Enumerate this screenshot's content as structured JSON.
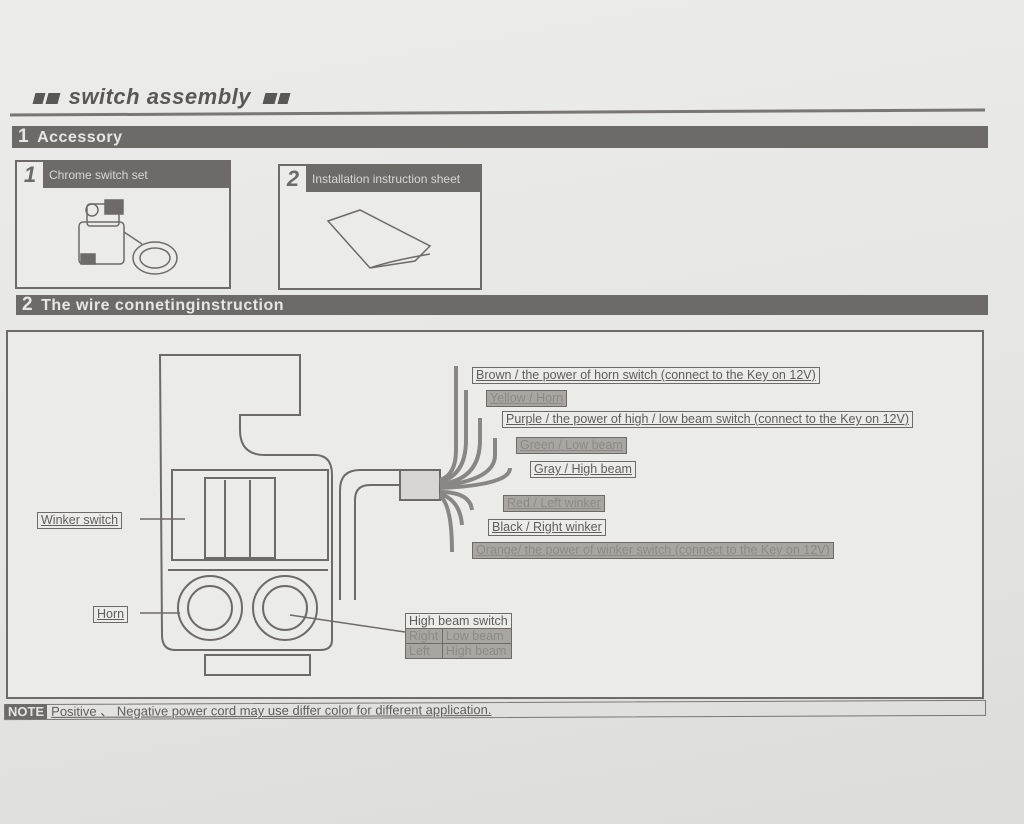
{
  "title": "switch assembly",
  "section1": {
    "number": "1",
    "heading": "Accessory",
    "items": [
      {
        "number": "1",
        "label": "Chrome switch set"
      },
      {
        "number": "2",
        "label": "Installation instruction sheet"
      }
    ]
  },
  "section2": {
    "number": "2",
    "heading": "The wire connetinginstruction",
    "part_labels": {
      "winker": "Winker switch",
      "horn": "Horn"
    },
    "wires": [
      {
        "label": "Brown / the power of horn switch (connect to the Key on 12V)",
        "shaded": false
      },
      {
        "label": "Yellow / Horn",
        "shaded": true
      },
      {
        "label": "Purple / the power of high / low beam switch (connect to the Key on 12V)",
        "shaded": false
      },
      {
        "label": "Green / Low beam",
        "shaded": true
      },
      {
        "label": "Gray / High beam",
        "shaded": false
      },
      {
        "label": "Red / Left winker",
        "shaded": true
      },
      {
        "label": "Black / Right winker",
        "shaded": false
      },
      {
        "label": "Orange/ the power of winker switch (connect to the Key on 12V)",
        "shaded": true
      }
    ],
    "beam_table": {
      "header": "High beam switch",
      "rows": [
        [
          "Right",
          "Low beam"
        ],
        [
          "Left",
          "High beam"
        ]
      ]
    }
  },
  "note": {
    "tag": "NOTE",
    "text": "Positive 、 Negative power cord may use differ color for different application."
  }
}
